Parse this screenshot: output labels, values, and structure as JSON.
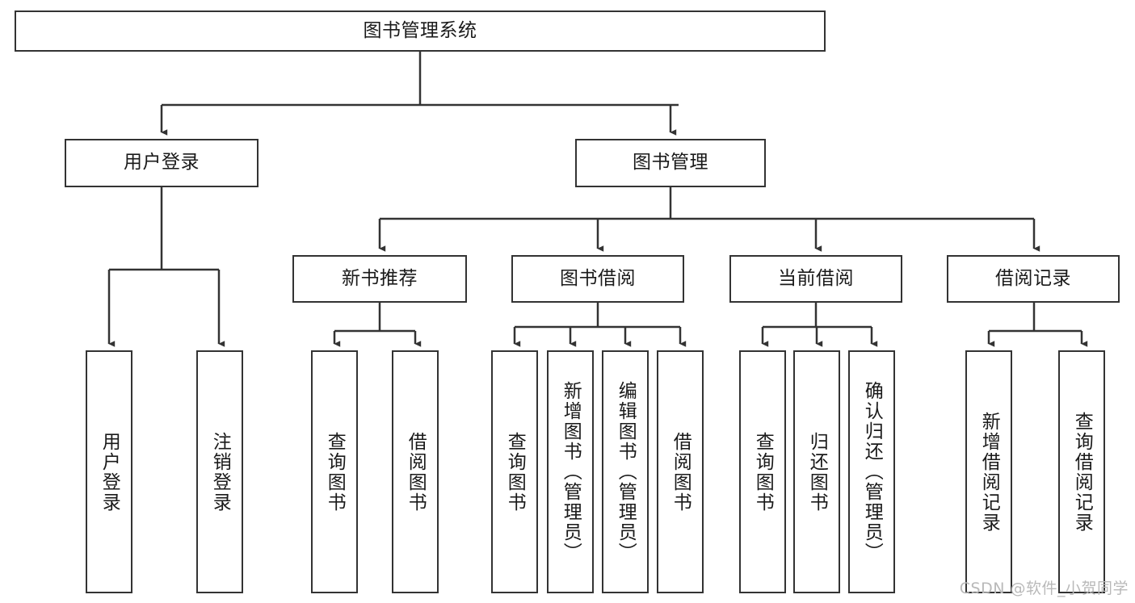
{
  "diagram": {
    "type": "tree-hierarchy-flowchart",
    "title": "图书管理系统",
    "root": {
      "label": "图书管理系统"
    },
    "level2": [
      {
        "label": "用户登录"
      },
      {
        "label": "图书管理"
      }
    ],
    "level3": [
      {
        "label": "新书推荐"
      },
      {
        "label": "图书借阅"
      },
      {
        "label": "当前借阅"
      },
      {
        "label": "借阅记录"
      }
    ],
    "leaves": {
      "user_login": [
        {
          "label": "用户登录"
        },
        {
          "label": "注销登录"
        }
      ],
      "new_book_recommend": [
        {
          "label": "查询图书"
        },
        {
          "label": "借阅图书"
        }
      ],
      "book_borrow": [
        {
          "label": "查询图书"
        },
        {
          "label": "新增图书（管理员）"
        },
        {
          "label": "编辑图书（管理员）"
        },
        {
          "label": "借阅图书"
        }
      ],
      "current_borrow": [
        {
          "label": "查询图书"
        },
        {
          "label": "归还图书"
        },
        {
          "label": "确认归还（管理员）"
        }
      ],
      "borrow_record": [
        {
          "label": "新增借阅记录"
        },
        {
          "label": "查询借阅记录"
        }
      ]
    }
  },
  "watermark": {
    "text": "CSDN @软件_小贺同学"
  },
  "colors": {
    "stroke": "#333333",
    "box_fill": "#ffffff",
    "text": "#1a1a1a",
    "watermark": "#b9b9b9"
  }
}
